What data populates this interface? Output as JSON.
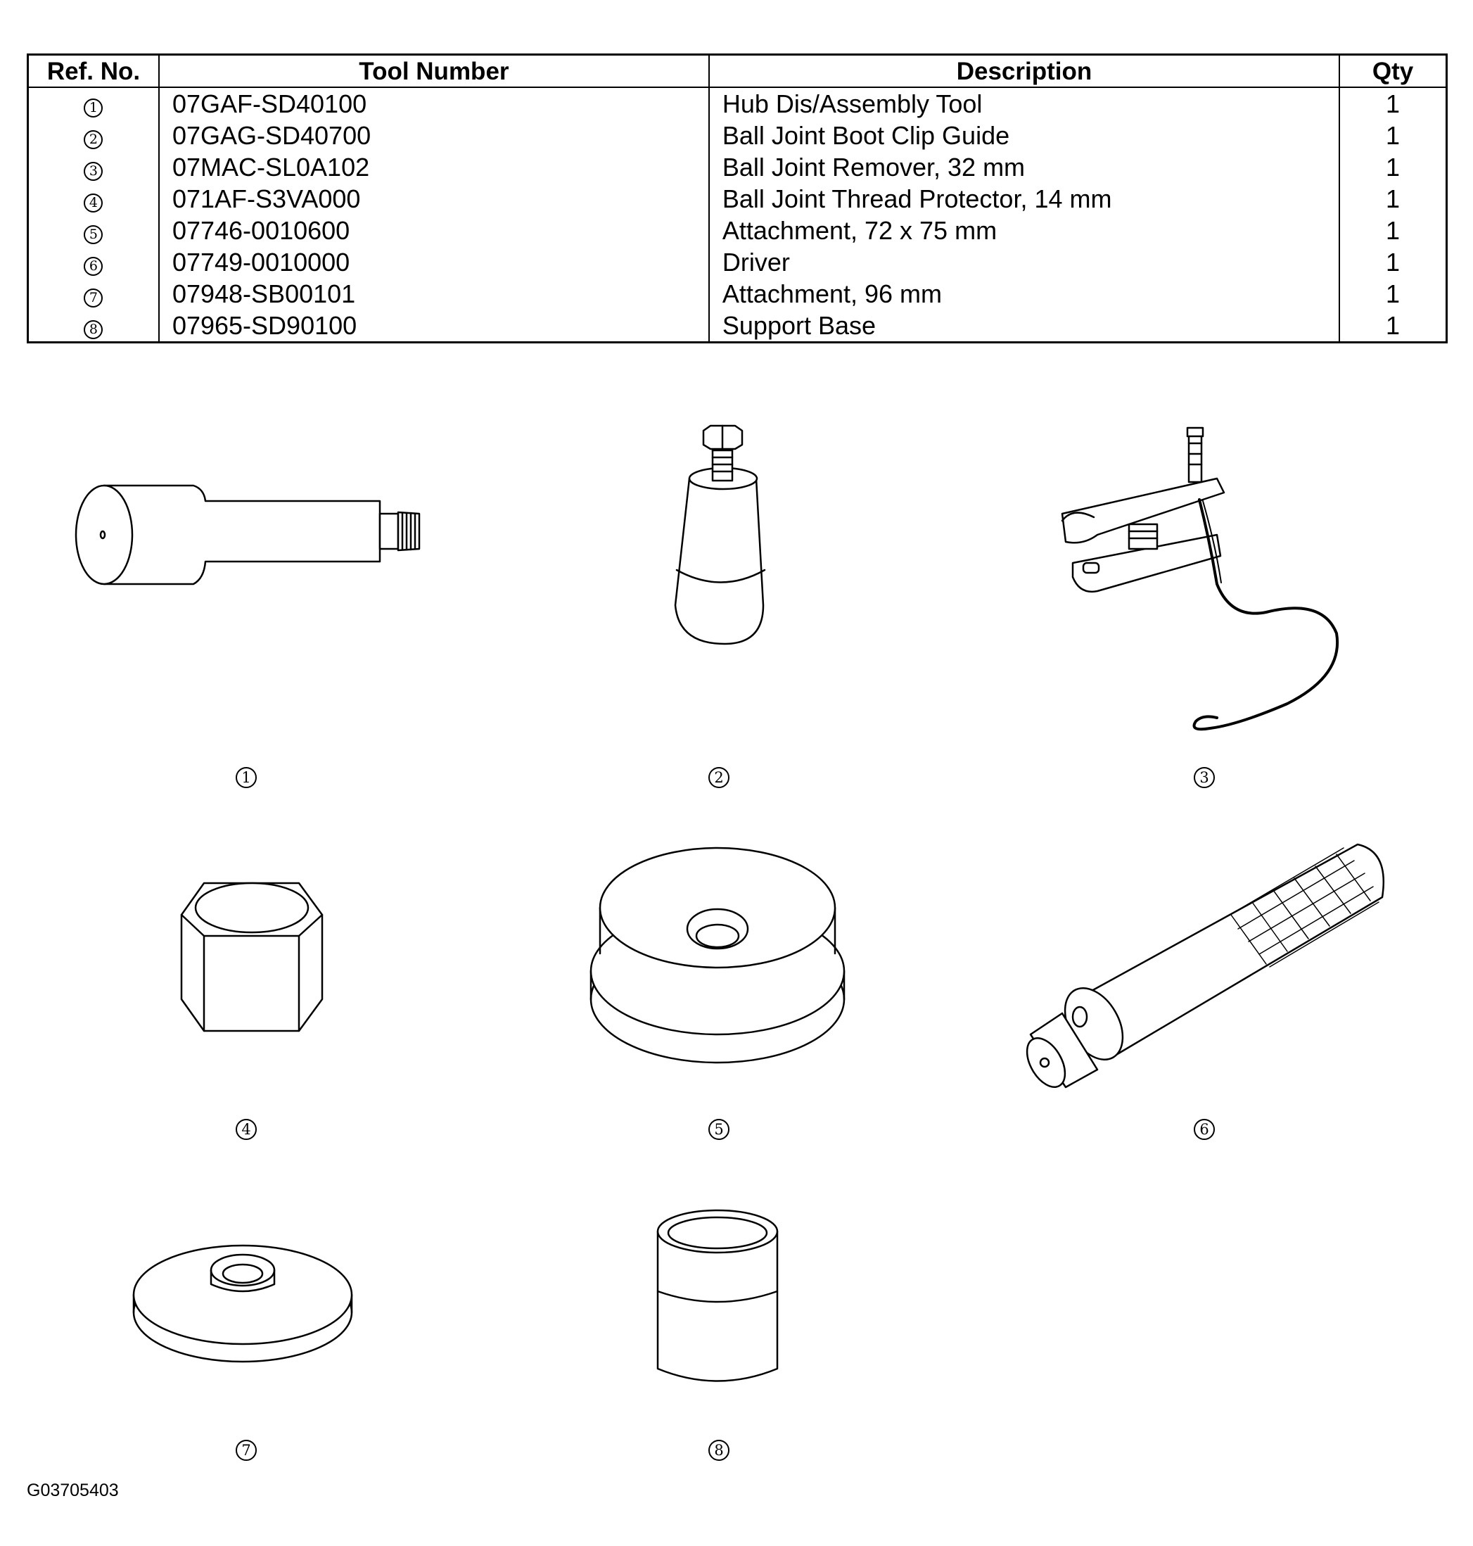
{
  "table": {
    "headers": {
      "ref": "Ref. No.",
      "tool_number": "Tool Number",
      "description": "Description",
      "qty": "Qty"
    },
    "rows": [
      {
        "ref": "1",
        "tool_number": "07GAF-SD40100",
        "description": "Hub Dis/Assembly Tool",
        "qty": "1"
      },
      {
        "ref": "2",
        "tool_number": "07GAG-SD40700",
        "description": "Ball Joint Boot Clip Guide",
        "qty": "1"
      },
      {
        "ref": "3",
        "tool_number": "07MAC-SL0A102",
        "description": "Ball Joint Remover, 32 mm",
        "qty": "1"
      },
      {
        "ref": "4",
        "tool_number": "071AF-S3VA000",
        "description": "Ball Joint Thread Protector, 14 mm",
        "qty": "1"
      },
      {
        "ref": "5",
        "tool_number": "07746-0010600",
        "description": "Attachment, 72 x 75 mm",
        "qty": "1"
      },
      {
        "ref": "6",
        "tool_number": "07749-0010000",
        "description": "Driver",
        "qty": "1"
      },
      {
        "ref": "7",
        "tool_number": "07948-SB00101",
        "description": "Attachment, 96 mm",
        "qty": "1"
      },
      {
        "ref": "8",
        "tool_number": "07965-SD90100",
        "description": "Support Base",
        "qty": "1"
      }
    ]
  },
  "callouts": [
    "1",
    "2",
    "3",
    "4",
    "5",
    "6",
    "7",
    "8"
  ],
  "figure_id": "G03705403"
}
